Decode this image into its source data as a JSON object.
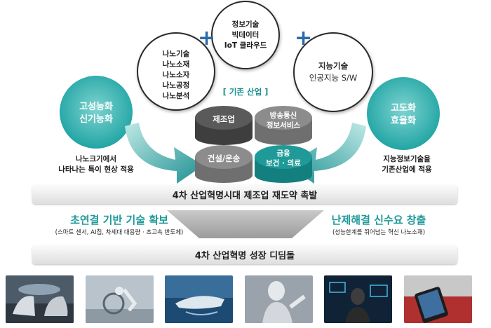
{
  "top_circles": {
    "left": [
      "나노기술",
      "나노소재",
      "나노소자",
      "나노공정",
      "나노분석"
    ],
    "center": [
      "정보기술",
      "빅데이터",
      "IoT 클라우드"
    ],
    "right": [
      "지능기술",
      "인공지능 S/W"
    ]
  },
  "existing_industry_label": "[ 기존 산업 ]",
  "left_circle": [
    "고성능화",
    "신기능화"
  ],
  "left_caption": [
    "나노크기에서",
    "나타나는 특이 현상 적용"
  ],
  "right_circle": [
    "고도화",
    "효율화"
  ],
  "right_caption": [
    "지능정보기술을",
    "기존산업에 적용"
  ],
  "cylinders": {
    "manufacturing": "제조업",
    "broadcast": [
      "방송통신",
      "정보서비스"
    ],
    "construction": "건설/운송",
    "finance": [
      "금융",
      "보건 · 의료"
    ]
  },
  "bar1": "4차 산업혁명시대 제조업 재도약 촉발",
  "left_goal": {
    "title": "초연결 기반 기술 확보",
    "sub": "(스마트 센서,   AI칩,   차세대 대용량 · 초고속  반도체)"
  },
  "right_goal": {
    "title": "난제해결 신수요 창출",
    "sub": "(성능한계를 뛰어넘는 혁신 나노소재)"
  },
  "bar2": "4차 산업혁명 성장 디딤돌",
  "photos": [
    "smart-car-interior-photo",
    "robot-arm-photo",
    "ship-photo",
    "humanoid-robot-photo",
    "hologram-interface-photo",
    "smartphone-factory-photo"
  ],
  "colors": {
    "teal": "#2aa7a8",
    "blue_plus": "#2a6aa8",
    "dark_cyl": "#5a5a5a",
    "gray_cyl": "#8c8c8c",
    "teal_cyl": "#1f9a98"
  }
}
